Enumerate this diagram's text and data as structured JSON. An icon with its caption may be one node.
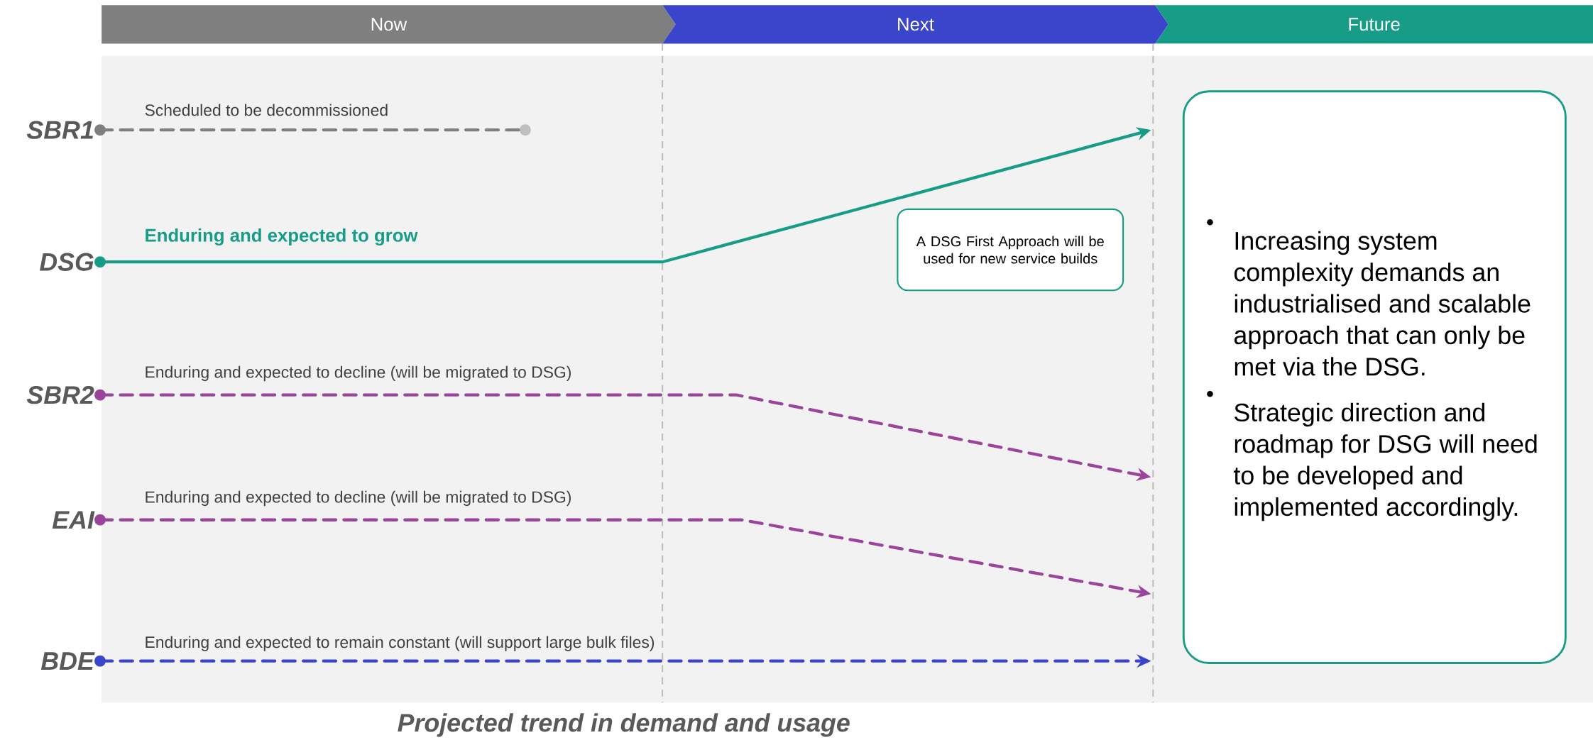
{
  "diagram": {
    "caption": "Projected trend in demand and usage",
    "nodes": [
      {
        "text": [
          "Now"
        ]
      },
      {
        "text": [
          "Next"
        ]
      },
      {
        "text": [
          "Future"
        ]
      },
      {
        "text": [
          "SBR1"
        ]
      },
      {
        "text": [],
        "shape": "circle"
      },
      {
        "text": [
          "Increasing system complexity demands an industrialised and scalable approach that can only be met via the DSG.",
          "Strategic direction and roadmap for DSG will need to be developed and implemented accordingly."
        ]
      },
      {
        "text": [
          "DSG"
        ]
      },
      {
        "text": [
          "A DSG First Approach will be used for new service builds"
        ]
      },
      {
        "text": [
          "SBR2"
        ]
      },
      {
        "text": [
          "EAI"
        ]
      },
      {
        "text": [
          "BDE"
        ]
      }
    ],
    "edges": [
      {
        "from": 3,
        "to": 4,
        "arrow": "other",
        "label": "Scheduled to be decommissioned",
        "style": "dashed",
        "color": "#7f7f7f"
      },
      {
        "from": 6,
        "to": null,
        "arrow": "to",
        "label": "Enduring and expected to grow",
        "color": "#169c87"
      },
      {
        "from": 8,
        "to": null,
        "arrow": "to",
        "label": "Enduring and expected to decline (will be migrated to DSG)",
        "style": "dashed",
        "color": "#9b449b"
      },
      {
        "from": 9,
        "to": null,
        "arrow": "to",
        "label": "Enduring and expected to decline (will be migrated to DSG)",
        "style": "dashed",
        "color": "#9b449b"
      },
      {
        "from": 10,
        "to": null,
        "arrow": "to",
        "label": "Enduring and expected to remain constant (will support large bulk files)",
        "style": "dashed",
        "color": "#3a45cc"
      }
    ]
  }
}
